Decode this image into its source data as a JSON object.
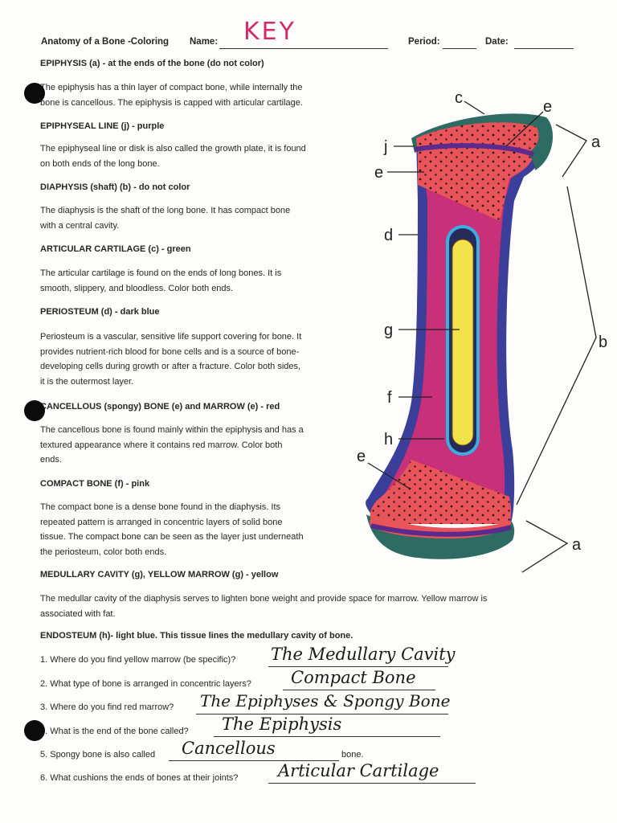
{
  "header": {
    "title": "Anatomy of a Bone -Coloring",
    "name_label": "Name:",
    "name_value": "KEY",
    "period_label": "Period:",
    "date_label": "Date:"
  },
  "sections": [
    {
      "heading": "EPIPHYSIS (a) - at the ends of the bone (do not color)",
      "lines": [
        "The epiphysis has a thin layer of compact bone, while internally the",
        "bone is cancellous. The epiphysis is capped with articular cartilage."
      ]
    },
    {
      "heading": "EPIPHYSEAL LINE (j) - purple",
      "lines": [
        "The epiphyseal line or disk is also called the growth plate, it is found",
        "on both ends of the long bone."
      ]
    },
    {
      "heading": "DIAPHYSIS (shaft) (b) - do not color",
      "lines": [
        "The diaphysis is the shaft of the long bone. It has compact bone",
        "with a central cavity."
      ]
    },
    {
      "heading": "ARTICULAR CARTILAGE (c) - green",
      "lines": [
        "The articular cartilage is found on the ends of long bones. It is",
        "smooth, slippery, and bloodless. Color both ends."
      ]
    },
    {
      "heading": "PERIOSTEUM (d) - dark blue",
      "lines": [
        "Periosteum is a vascular, sensitive life support covering for bone. It",
        "provides nutrient-rich blood for bone cells and is a source of bone-",
        "developing cells during growth or after a fracture. Color both sides,",
        "it is the outermost layer."
      ]
    },
    {
      "heading": "CANCELLOUS (spongy) BONE (e) and MARROW (e) - red",
      "lines": [
        "The cancellous bone is found mainly within the epiphysis and has a",
        "textured appearance where it contains red marrow. Color both",
        "ends."
      ]
    },
    {
      "heading": "COMPACT BONE (f) - pink",
      "lines": [
        "The compact bone is a dense bone found in the diaphysis. Its",
        "repeated pattern is arranged in concentric layers of solid bone",
        "tissue. The compact bone can be seen as the layer just underneath",
        "the periosteum, color both ends."
      ]
    },
    {
      "heading": "MEDULLARY CAVITY (g), YELLOW MARROW (g) - yellow",
      "lines": [
        "The medullar cavity of the diaphysis serves to lighten bone weight and provide space for marrow. Yellow marrow is",
        "associated with fat."
      ]
    }
  ],
  "endosteum": "ENDOSTEUM (h)- light blue. This tissue lines the medullary cavity of bone.",
  "questions": [
    {
      "prompt": "1. Where do you find yellow marrow (be specific)?",
      "answer": "The Medullary Cavity",
      "suffix": ""
    },
    {
      "prompt": "2. What type of bone is arranged in concentric layers?",
      "answer": "Compact Bone",
      "suffix": ""
    },
    {
      "prompt": "3. Where do you find red marrow?",
      "answer": "The Epiphyses & Spongy Bone",
      "suffix": ""
    },
    {
      "prompt": "4. What is the end of the bone called?",
      "answer": "The Epiphysis",
      "suffix": ""
    },
    {
      "prompt": "5. Spongy bone is also called",
      "answer": "Cancellous",
      "suffix": "bone."
    },
    {
      "prompt": "6. What cushions the ends of bones at their joints?",
      "answer": "Articular Cartilage",
      "suffix": ""
    }
  ],
  "diagram_labels": {
    "c": "c",
    "e_top": "e",
    "a_top": "a",
    "j": "j",
    "e_left": "e",
    "d": "d",
    "g": "g",
    "b": "b",
    "f": "f",
    "h": "h",
    "e_bottom": "e",
    "a_bottom": "a"
  },
  "colors": {
    "articular_cartilage": "#2e6b62",
    "spongy_bone": "#e8545a",
    "epiphyseal_line": "#5b2a8c",
    "compact_bone": "#c8307a",
    "periosteum": "#3b3f9a",
    "endosteum": "#3aaee0",
    "yellow_marrow": "#f3e24a",
    "key_ink": "#d02a6a"
  }
}
